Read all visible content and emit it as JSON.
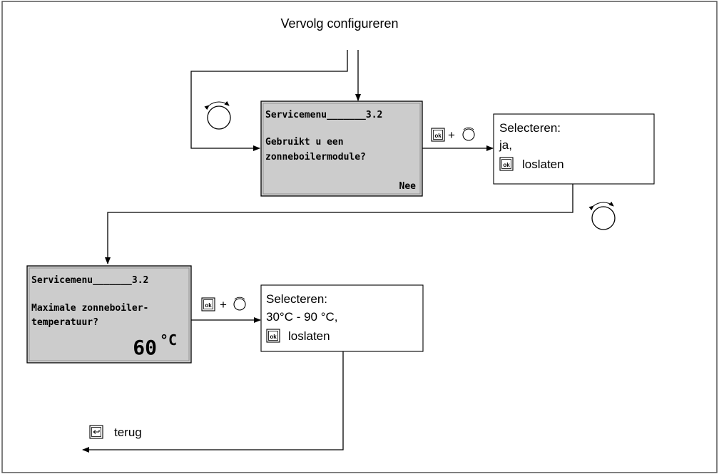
{
  "top_label": "Vervolg configureren",
  "screen1": {
    "title": "Servicemenu_______3.2",
    "line1": "Gebruikt u een",
    "line2": "zonneboilermodule?",
    "value": "Nee"
  },
  "action1": {
    "title": "Selecteren:",
    "line1": "ja,",
    "line2": "loslaten"
  },
  "screen2": {
    "title": "Servicemenu_______3.2",
    "line1": "Maximale zonneboiler-",
    "line2": "temperatuur?",
    "value": "60",
    "unit": "°C"
  },
  "action2": {
    "title": "Selecteren:",
    "line1": "30°C - 90 °C,",
    "line2": "loslaten"
  },
  "back_label": "terug",
  "key_ok_label": "ok",
  "plus": "+",
  "colors": {
    "lcd_fill": "#cccccc",
    "line": "#000000",
    "frame": "#555555"
  }
}
